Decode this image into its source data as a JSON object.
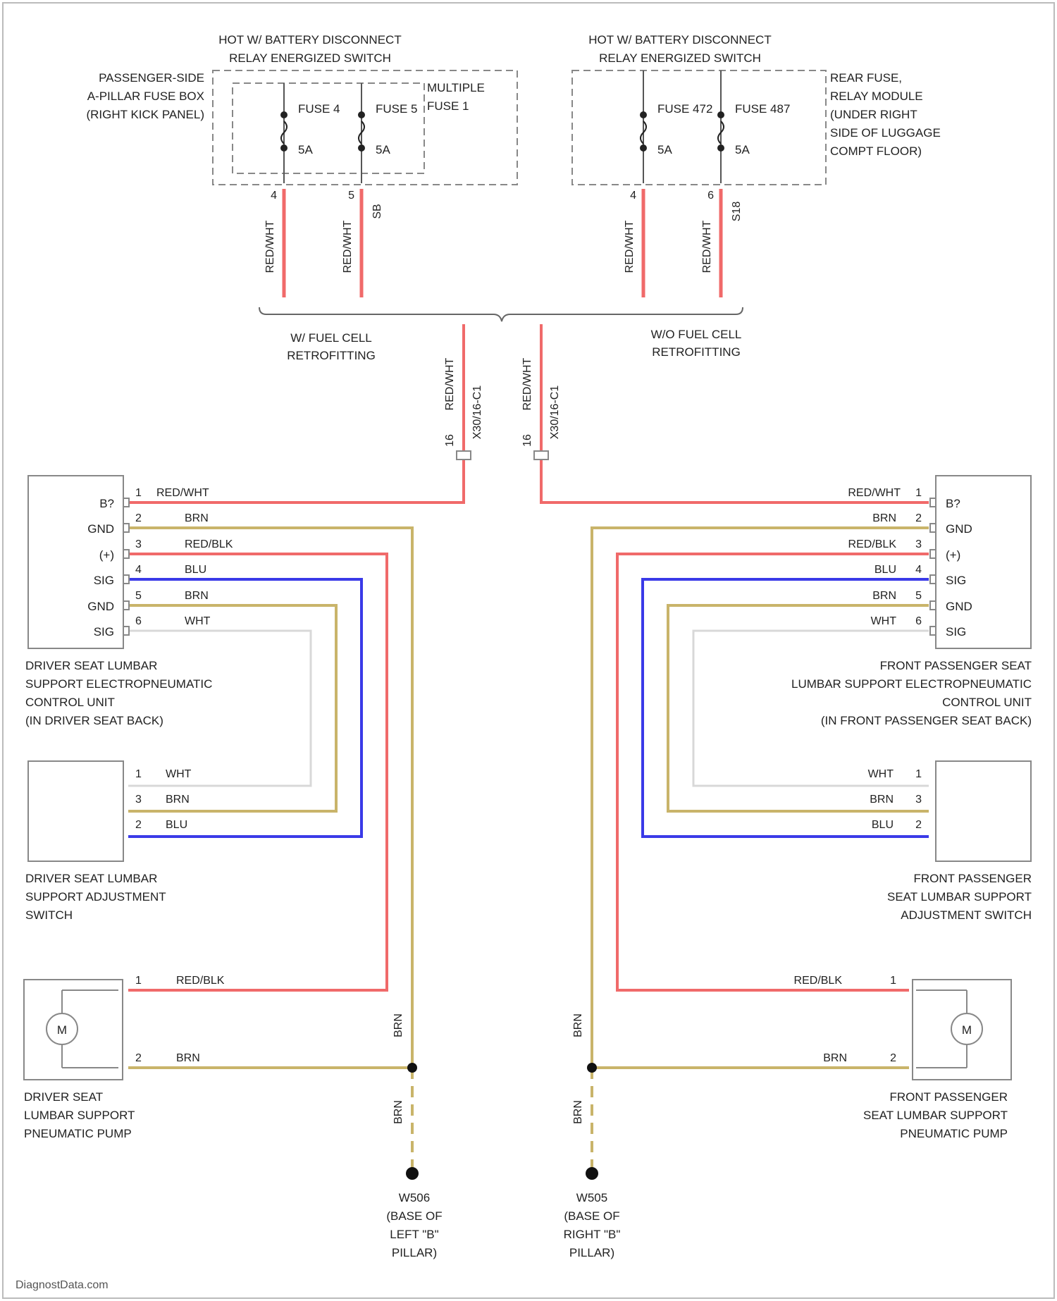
{
  "colors": {
    "red": "#f06a6a",
    "tan": "#c9b46a",
    "blue": "#3a3ae8",
    "white": "#d8d8d8",
    "outline": "#888888",
    "text": "#222222"
  },
  "top_left": {
    "header": [
      "HOT W/ BATTERY DISCONNECT",
      "RELAY ENERGIZED SWITCH"
    ],
    "fusebox_label": [
      "PASSENGER-SIDE",
      "A-PILLAR FUSE BOX",
      "(RIGHT KICK PANEL)"
    ],
    "multiple_fuse": [
      "MULTIPLE",
      "FUSE 1"
    ],
    "fuse_a": {
      "name": "FUSE 4",
      "rating": "5A",
      "pin": "4",
      "wire": "RED/WHT"
    },
    "fuse_b": {
      "name": "FUSE 5",
      "rating": "5A",
      "pin": "5",
      "wire": "RED/WHT",
      "connector": "SB"
    }
  },
  "top_right": {
    "header": [
      "HOT W/ BATTERY DISCONNECT",
      "RELAY ENERGIZED SWITCH"
    ],
    "fusebox_label": [
      "REAR FUSE,",
      "RELAY MODULE",
      "(UNDER RIGHT",
      "SIDE OF LUGGAGE",
      "COMPT FLOOR)"
    ],
    "fuse_a": {
      "name": "FUSE 472",
      "rating": "5A",
      "pin": "4",
      "wire": "RED/WHT"
    },
    "fuse_b": {
      "name": "FUSE 487",
      "rating": "5A",
      "pin": "6",
      "wire": "RED/WHT",
      "connector": "S18"
    }
  },
  "options": {
    "with": [
      "W/ FUEL CELL",
      "RETROFITTING"
    ],
    "without": [
      "W/O FUEL CELL",
      "RETROFITTING"
    ]
  },
  "feeds": {
    "left": {
      "wire": "RED/WHT",
      "connector": "X30/16-C1",
      "pin": "16"
    },
    "right": {
      "wire": "RED/WHT",
      "connector": "X30/16-C1",
      "pin": "16"
    }
  },
  "driver": {
    "control_unit": {
      "label": [
        "DRIVER SEAT LUMBAR",
        "SUPPORT ELECTROPNEUMATIC",
        "CONTROL UNIT",
        "(IN DRIVER SEAT BACK)"
      ],
      "pins": [
        {
          "n": "1",
          "name": "B?",
          "wire": "RED/WHT"
        },
        {
          "n": "2",
          "name": "GND",
          "wire": "BRN"
        },
        {
          "n": "3",
          "name": "(+)",
          "wire": "RED/BLK"
        },
        {
          "n": "4",
          "name": "SIG",
          "wire": "BLU"
        },
        {
          "n": "5",
          "name": "GND",
          "wire": "BRN"
        },
        {
          "n": "6",
          "name": "SIG",
          "wire": "WHT"
        }
      ]
    },
    "switch": {
      "label": [
        "DRIVER SEAT LUMBAR",
        "SUPPORT ADJUSTMENT",
        "SWITCH"
      ],
      "pins": [
        {
          "n": "1",
          "wire": "WHT"
        },
        {
          "n": "3",
          "wire": "BRN"
        },
        {
          "n": "2",
          "wire": "BLU"
        }
      ]
    },
    "pump": {
      "label": [
        "DRIVER SEAT",
        "LUMBAR SUPPORT",
        "PNEUMATIC PUMP"
      ],
      "symbol": "M",
      "pins": [
        {
          "n": "1",
          "wire": "RED/BLK"
        },
        {
          "n": "2",
          "wire": "BRN"
        }
      ]
    },
    "ground": {
      "wire": "BRN",
      "label": [
        "W506",
        "(BASE OF",
        "LEFT \"B\"",
        "PILLAR)"
      ]
    }
  },
  "passenger": {
    "control_unit": {
      "label": [
        "FRONT PASSENGER SEAT",
        "LUMBAR SUPPORT ELECTROPNEUMATIC",
        "CONTROL UNIT",
        "(IN FRONT PASSENGER SEAT BACK)"
      ],
      "pins": [
        {
          "n": "1",
          "name": "B?",
          "wire": "RED/WHT"
        },
        {
          "n": "2",
          "name": "GND",
          "wire": "BRN"
        },
        {
          "n": "3",
          "name": "(+)",
          "wire": "RED/BLK"
        },
        {
          "n": "4",
          "name": "SIG",
          "wire": "BLU"
        },
        {
          "n": "5",
          "name": "GND",
          "wire": "BRN"
        },
        {
          "n": "6",
          "name": "SIG",
          "wire": "WHT"
        }
      ]
    },
    "switch": {
      "label": [
        "FRONT PASSENGER",
        "SEAT LUMBAR SUPPORT",
        "ADJUSTMENT SWITCH"
      ],
      "pins": [
        {
          "n": "1",
          "wire": "WHT"
        },
        {
          "n": "3",
          "wire": "BRN"
        },
        {
          "n": "2",
          "wire": "BLU"
        }
      ]
    },
    "pump": {
      "label": [
        "FRONT PASSENGER",
        "SEAT LUMBAR SUPPORT",
        "PNEUMATIC PUMP"
      ],
      "symbol": "M",
      "pins": [
        {
          "n": "1",
          "wire": "RED/BLK"
        },
        {
          "n": "2",
          "wire": "BRN"
        }
      ]
    },
    "ground": {
      "wire": "BRN",
      "label": [
        "W505",
        "(BASE OF",
        "RIGHT \"B\"",
        "PILLAR)"
      ]
    }
  },
  "watermark": "DiagnostData.com"
}
